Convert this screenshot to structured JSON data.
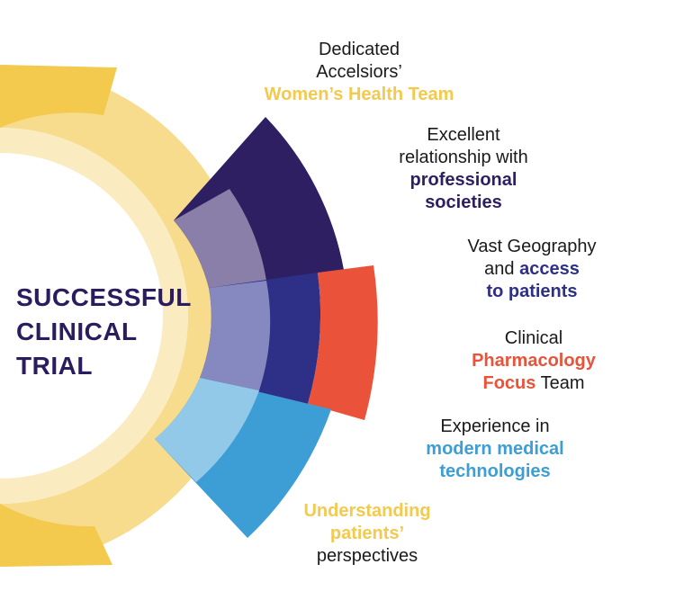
{
  "center": {
    "line1": "SUCCESSFUL",
    "line2": "CLINICAL",
    "line3": "TRIAL"
  },
  "colors": {
    "yellow": "#f3c94e",
    "navy": "#2e1e62",
    "blue": "#2e2f87",
    "red": "#ea523a",
    "sky": "#3d9ed6"
  },
  "labels": {
    "womens": {
      "line1": "Dedicated",
      "line2": "Accelsiors’",
      "highlight": "Women’s Health Team"
    },
    "societies": {
      "line1": "Excellent",
      "line2": "relationship with",
      "highlight1": "professional",
      "highlight2": "societies"
    },
    "geography": {
      "line1": "Vast Geography",
      "line2a": "and ",
      "highlight1": "access",
      "highlight2": "to patients"
    },
    "pharma": {
      "line1": "Clinical",
      "highlight1": "Pharmacology",
      "highlight2": "Focus",
      "line3b": " Team"
    },
    "tech": {
      "line1": "Experience in",
      "highlight1": "modern medical",
      "highlight2": "technologies"
    },
    "patients": {
      "highlight1": "Understanding",
      "highlight2": "patients’",
      "line3": "perspectives"
    }
  }
}
